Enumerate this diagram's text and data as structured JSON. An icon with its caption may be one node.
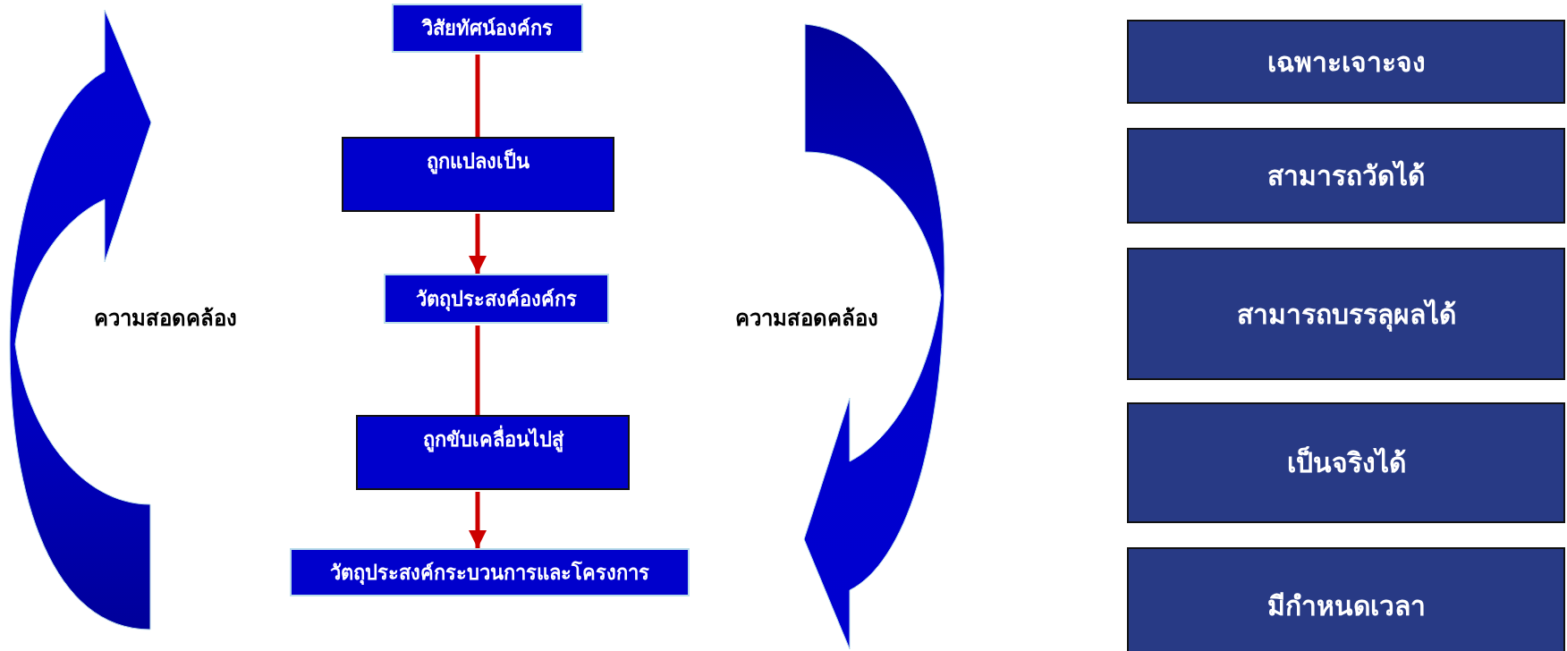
{
  "diagram": {
    "nodes": [
      {
        "text": [
          "วิสัยทัศน์องค์กร"
        ]
      },
      {
        "text": [
          "ถูกแปลงเป็น"
        ]
      },
      {
        "text": [
          "วัตถุประสงค์องค์กร"
        ]
      },
      {
        "text": [
          "ถูกขับเคลื่อนไปสู่"
        ]
      },
      {
        "text": [
          "วัตถุประสงค์กระบวนการและโครงการ"
        ]
      },
      {
        "text": [
          "เฉพาะเจาะจง"
        ]
      },
      {
        "text": [
          "สามารถวัดได้"
        ]
      },
      {
        "text": [
          "สามารถบรรลุผลได้"
        ]
      },
      {
        "text": [
          "เป็นจริงได้"
        ]
      },
      {
        "text": [
          "มีกำหนดเวลา"
        ]
      }
    ],
    "edges": [
      {
        "from": 0,
        "to": 1,
        "arrow": "none"
      },
      {
        "from": 1,
        "to": 2,
        "arrow": "to"
      },
      {
        "from": 2,
        "to": 3,
        "arrow": "none"
      },
      {
        "from": 3,
        "to": 4,
        "arrow": "to"
      }
    ],
    "labels": [
      "ความสอดคล้อง",
      "ความสอดคล้อง"
    ]
  }
}
